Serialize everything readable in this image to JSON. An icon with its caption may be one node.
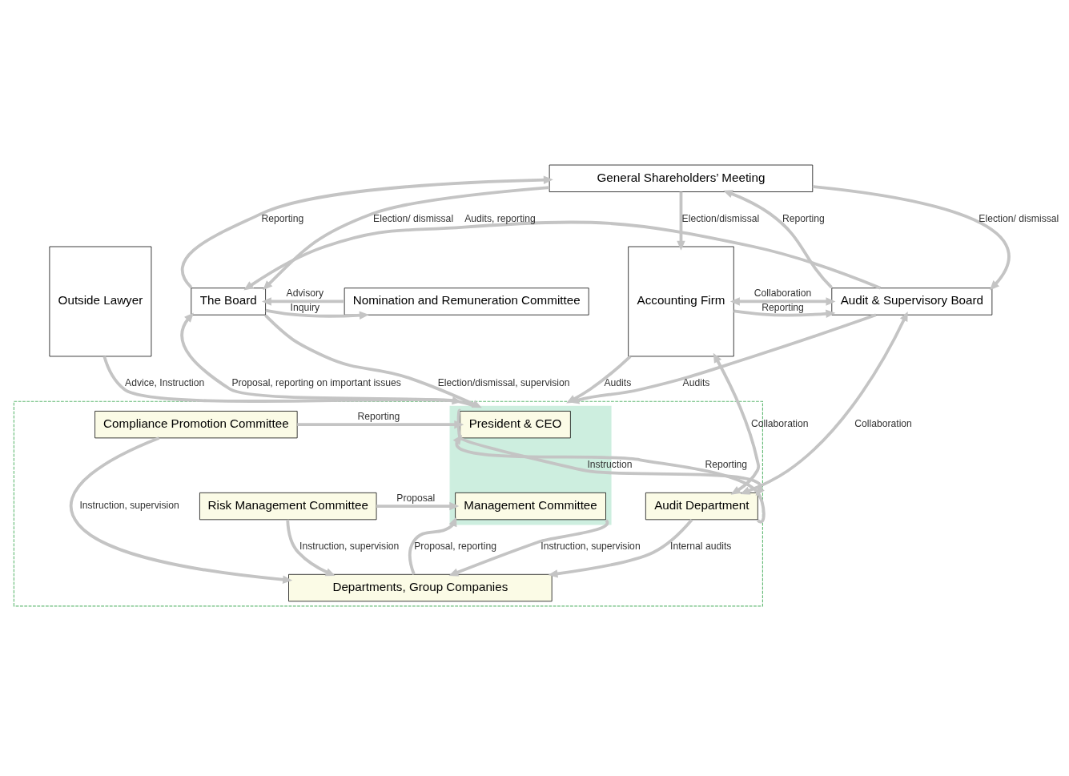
{
  "diagram": {
    "nodes": [
      {
        "text": [
          "General Shareholders’ Meeting"
        ]
      },
      {
        "text": [
          "Accounting Firm"
        ]
      },
      {
        "text": [
          "Audit & Supervisory Board"
        ]
      },
      {
        "text": [
          "The Board"
        ]
      },
      {
        "text": [
          "Nomination and Remuneration Committee"
        ]
      },
      {
        "text": [
          "Outside Lawyer"
        ]
      },
      {
        "text": [],
        "shape": "box"
      },
      {
        "text": [],
        "shape": "box",
        "in": 6
      },
      {
        "text": [
          "Audit Department"
        ],
        "in": 6
      },
      {
        "text": [
          "President & CEO"
        ],
        "in": 7
      },
      {
        "text": [
          "Management Committee"
        ],
        "in": 7
      },
      {
        "text": [
          "Compliance Promotion Committee"
        ],
        "in": 6
      },
      {
        "text": [
          "Risk Management Committee"
        ],
        "in": 6
      },
      {
        "text": [
          "Departments, Group Companies"
        ],
        "in": 6
      }
    ],
    "edges": [
      {
        "from": 0,
        "to": 1,
        "arrow": "to",
        "label": "Election/dismissal"
      },
      {
        "from": 2,
        "to": 0,
        "arrow": "to",
        "label": "Reporting"
      },
      {
        "from": 0,
        "to": 2,
        "arrow": "to",
        "label": "Election/ dismissal"
      },
      {
        "from": 3,
        "to": 0,
        "arrow": "to",
        "label": "Reporting"
      },
      {
        "from": 0,
        "to": 3,
        "arrow": "to",
        "label": "Election/ dismissal"
      },
      {
        "from": 1,
        "to": 2,
        "arrow": "to",
        "label": "Reporting"
      },
      {
        "from": 2,
        "to": 1,
        "arrow": "both",
        "label": "Collaboration"
      },
      {
        "from": 2,
        "to": 3,
        "arrow": "to",
        "label": "Audits, reporting"
      },
      {
        "from": 3,
        "to": 4,
        "arrow": "to",
        "label": "Inquiry"
      },
      {
        "from": 4,
        "to": 3,
        "arrow": "to",
        "label": "Advisory"
      },
      {
        "from": 2,
        "to": 8,
        "arrow": "both",
        "label": "Collaboration"
      },
      {
        "from": 2,
        "to": 6,
        "arrow": "to",
        "label": "Audits"
      },
      {
        "from": 7,
        "to": 3,
        "arrow": "to",
        "label": "Proposal, reporting on important issues"
      },
      {
        "from": 3,
        "to": 7,
        "arrow": "to",
        "label": "Election/dismissal, supervision"
      },
      {
        "from": 1,
        "to": 8,
        "arrow": "both",
        "label": "Collaboration"
      },
      {
        "from": 1,
        "to": 6,
        "arrow": "to",
        "label": "Audits"
      },
      {
        "from": 9,
        "to": 8,
        "arrow": "to",
        "label": "Instruction"
      },
      {
        "from": 8,
        "to": 9,
        "arrow": "to",
        "label": "Reporting"
      },
      {
        "from": 11,
        "to": 9,
        "arrow": "to",
        "label": "Reporting"
      },
      {
        "from": 12,
        "to": 10,
        "arrow": "to",
        "label": "Proposal"
      },
      {
        "from": 5,
        "to": 6,
        "arrow": "to",
        "label": "Advice, Instruction"
      },
      {
        "from": 8,
        "to": 13,
        "arrow": "to",
        "label": "Internal audits"
      },
      {
        "from": 13,
        "to": 10,
        "arrow": "to",
        "label": "Proposal, reporting"
      },
      {
        "from": 10,
        "to": 13,
        "arrow": "to",
        "label": "Instruction, supervision"
      },
      {
        "from": 12,
        "to": 13,
        "arrow": "to",
        "label": "Instruction, supervision"
      },
      {
        "from": 11,
        "to": 13,
        "arrow": "to",
        "label": "Instruction, supervision"
      }
    ]
  }
}
